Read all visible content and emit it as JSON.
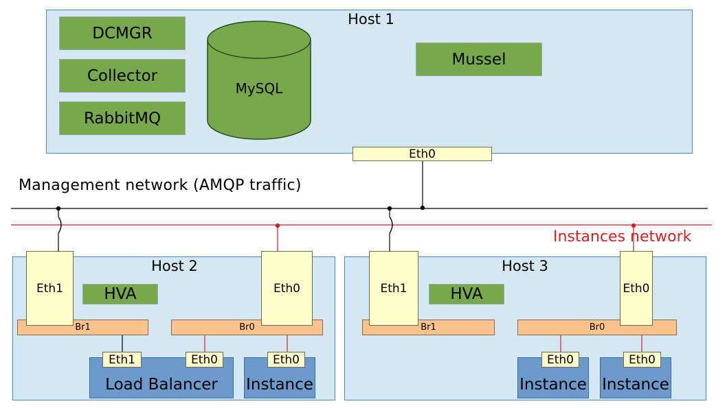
{
  "colors": {
    "host_fill": "#d4e8f4",
    "service_fill": "#77a94a",
    "eth_fill": "#ffffcc",
    "bridge_fill": "#fac38e",
    "vm_fill": "#6d9acd",
    "management_line": "#000000",
    "instances_line": "#d82020"
  },
  "host1": {
    "label": "Host 1",
    "services": {
      "dcmgr": "DCMGR",
      "collector": "Collector",
      "rabbitmq": "RabbitMQ",
      "mussel": "Mussel"
    },
    "database": "MySQL",
    "eth0": "Eth0"
  },
  "networks": {
    "management": "Management network (AMQP traffic)",
    "instances": "Instances network"
  },
  "host2": {
    "label": "Host 2",
    "hva": "HVA",
    "eth1": "Eth1",
    "eth0": "Eth0",
    "br1": "Br1",
    "br0": "Br0",
    "load_balancer": {
      "label": "Load Balancer",
      "eth1": "Eth1",
      "eth0": "Eth0"
    },
    "instance": {
      "label": "Instance",
      "eth0": "Eth0"
    }
  },
  "host3": {
    "label": "Host 3",
    "hva": "HVA",
    "eth1": "Eth1",
    "eth0": "Eth0",
    "br1": "Br1",
    "br0": "Br0",
    "instance_a": {
      "label": "Instance",
      "eth0": "Eth0"
    },
    "instance_b": {
      "label": "Instance",
      "eth0": "Eth0"
    }
  }
}
